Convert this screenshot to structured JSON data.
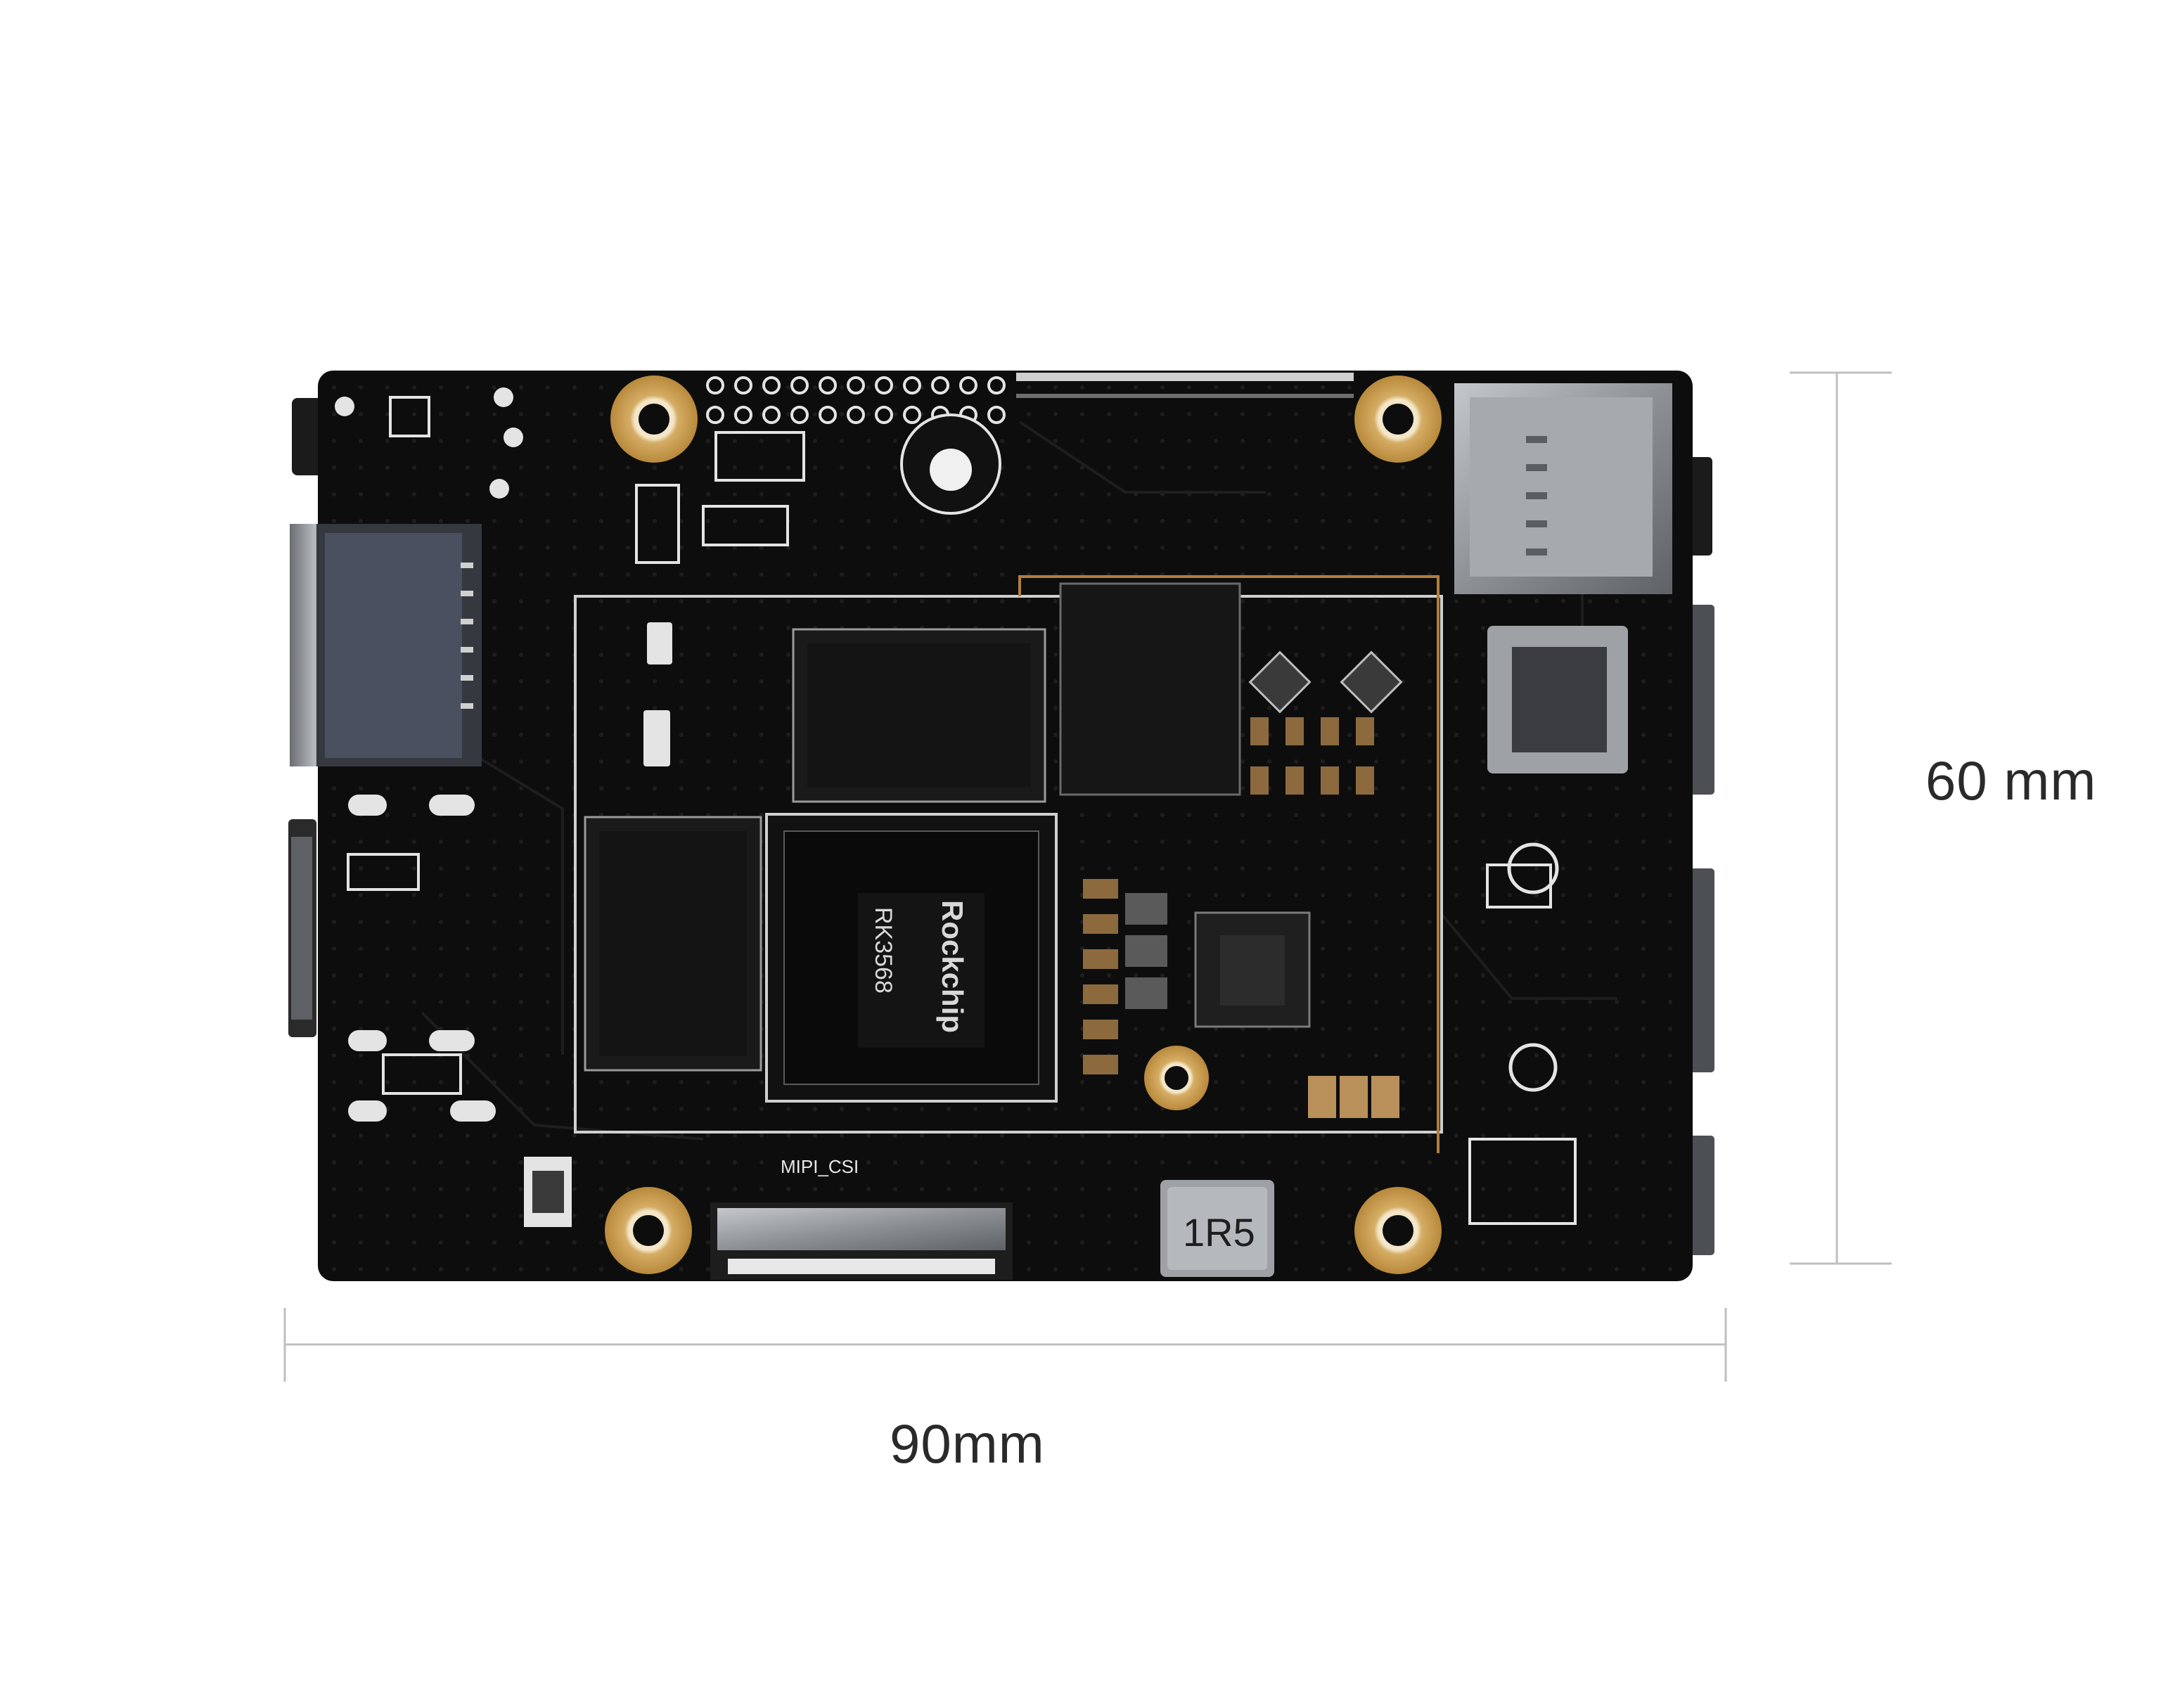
{
  "dimensions": {
    "width_label": "90mm",
    "height_label": "60 mm"
  },
  "board": {
    "soc_brand": "Rockchip",
    "soc_marking": "RK3568",
    "inductor_marking": "1R5",
    "connector_marking": "MIPI_CSI",
    "colors": {
      "pcb": "#0d0d0d",
      "mounting_ring": "#c9a05a",
      "silkscreen": "#e6e6e6",
      "metal": "#9a9ea3"
    }
  }
}
